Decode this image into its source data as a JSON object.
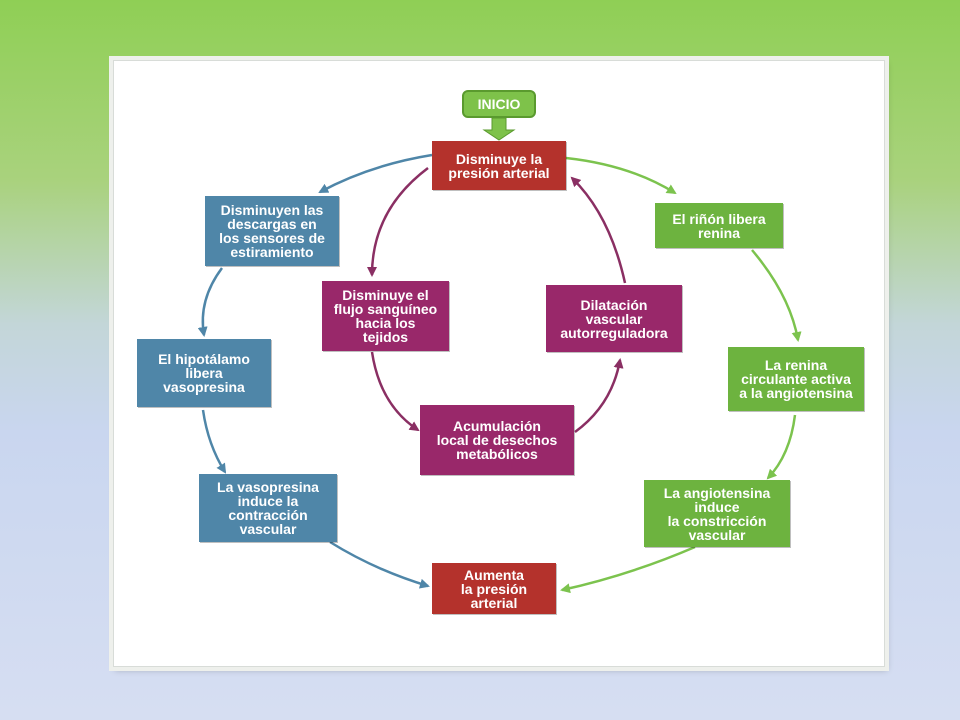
{
  "diagram": {
    "start_label": "INICIO",
    "boxes": {
      "decrease_pressure": "Disminuye la\npresión arterial",
      "kidney_renin": "El riñón libera\nrenina",
      "renin_angiotensin": "La renina\ncirculante activa\na la angiotensina",
      "angiotensin_constriction": "La angiotensina\ninduce\nla constricción\nvascular",
      "increase_pressure": "Aumenta\nla presión\narterial",
      "vasopressin_contraction": "La vasopresina\ninduce la\ncontracción\nvascular",
      "hypothalamus_vasopressin": "El hipotálamo\nlibera\nvasopresina",
      "stretch_sensors": "Disminuyen las\ndescargas en\nlos sensores de\nestiramiento",
      "blood_flow": "Disminuye el\nflujo sanguíneo\nhacia los\ntejidos",
      "metabolic_waste": "Acumulación\nlocal de desechos\nmetabólicos",
      "vascular_dilation": "Dilatación\nvascular\nautorreguladora"
    },
    "colors": {
      "green_pathway": "#6db33f",
      "blue_pathway": "#4f86a8",
      "purple_pathway": "#99286a",
      "pressure_boxes": "#b4322c"
    }
  }
}
